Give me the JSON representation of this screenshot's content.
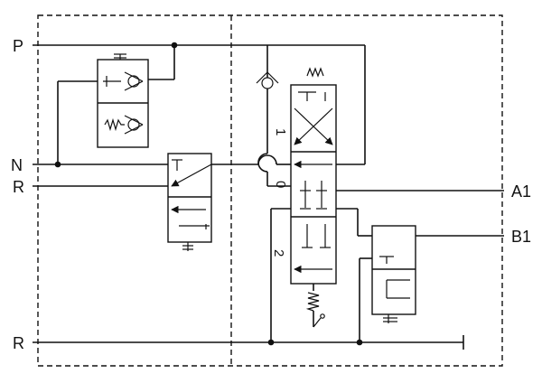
{
  "ports": {
    "P": "P",
    "N": "N",
    "R_top": "R",
    "R_bottom": "R",
    "A1": "A1",
    "B1": "B1"
  },
  "valve_positions": {
    "pos1": "1",
    "pos0": "0",
    "pos2": "2"
  }
}
